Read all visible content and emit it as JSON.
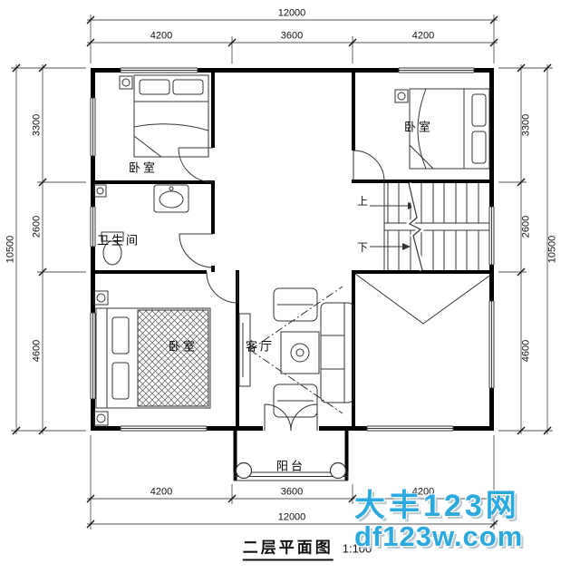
{
  "title": {
    "text": "二层平面图",
    "scale": "1:100"
  },
  "watermark": {
    "line1": "大丰123网",
    "line2": "df123w.com",
    "color": "#29a9e0"
  },
  "dimensions": {
    "top": {
      "total": "12000",
      "segments": [
        "4200",
        "3600",
        "4200"
      ]
    },
    "bottom": {
      "total": "12000",
      "segments": [
        "4200",
        "3600",
        "4200"
      ]
    },
    "left": {
      "total": "10500",
      "segments": [
        "3300",
        "2600",
        "4600"
      ]
    },
    "right": {
      "total": "10500",
      "segments": [
        "3300",
        "2600",
        "4600"
      ]
    }
  },
  "rooms": {
    "bedroom_top_left": "卧室",
    "bedroom_top_right": "卧室",
    "bedroom_bottom_left": "卧室",
    "bathroom": "卫生间",
    "living_room": "客厅",
    "balcony": "阳台"
  },
  "stairs": {
    "up": "上",
    "down": "下"
  }
}
